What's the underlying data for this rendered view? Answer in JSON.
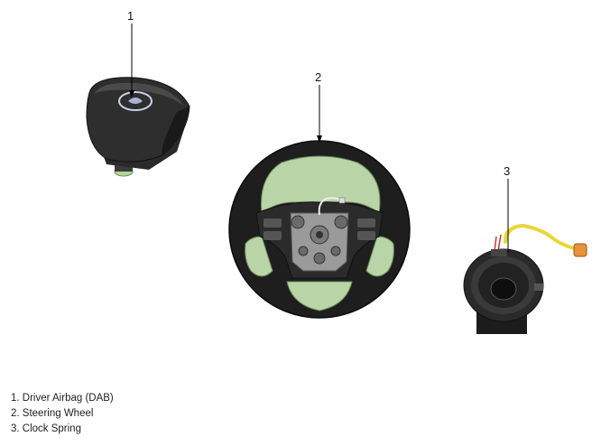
{
  "callouts": {
    "c1": "1",
    "c2": "2",
    "c3": "3"
  },
  "legend": [
    "1. Driver Airbag (DAB)",
    "2. Steering Wheel",
    "3. Clock Spring"
  ],
  "colors": {
    "highlight_green": "#b9d4a6",
    "wheel_black": "#1e1e1e",
    "harness_yellow": "#e8d63a",
    "connector_orange": "#e8923a"
  }
}
